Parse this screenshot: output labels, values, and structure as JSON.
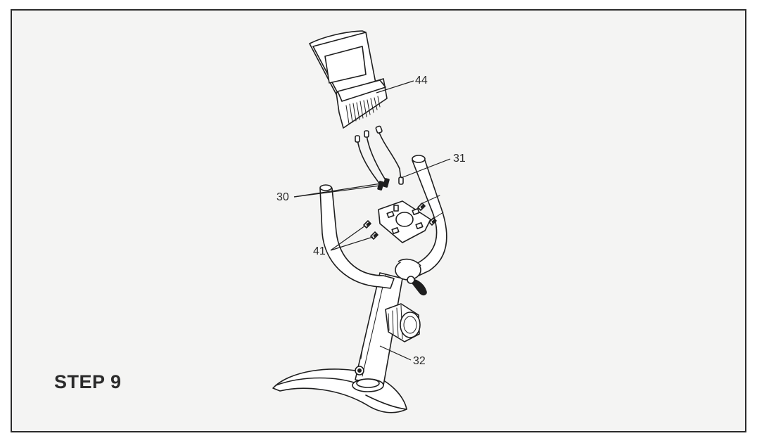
{
  "step": {
    "title": "STEP 9"
  },
  "callouts": {
    "console": "44",
    "wire_single": "31",
    "wires_pair": "30",
    "screws": "41",
    "upright": "32"
  },
  "colors": {
    "frame_border": "#2b2b2b",
    "panel_background": "#f4f4f3",
    "line_art": "#1e1e1e"
  }
}
